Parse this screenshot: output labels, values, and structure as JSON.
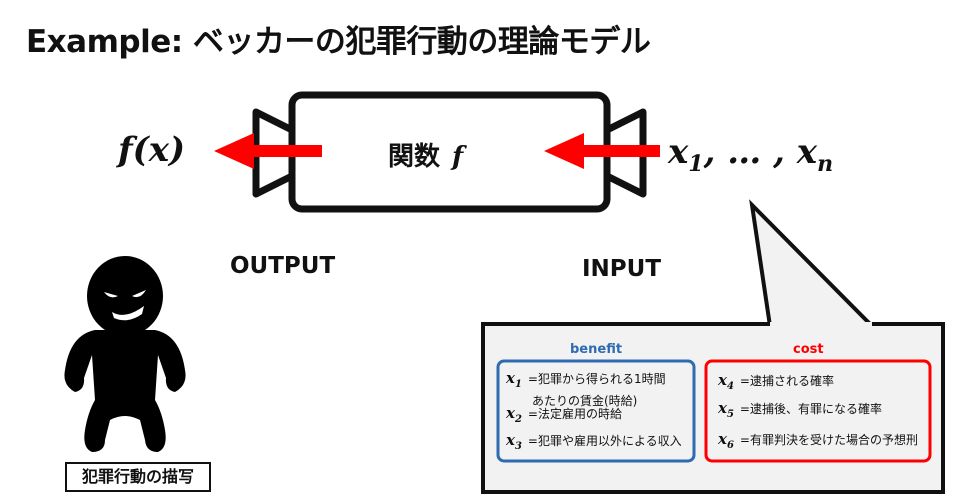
{
  "title": "Example: ベッカーの犯罪行動の理論モデル",
  "diagram": {
    "output_expr": "f(x)",
    "function_label": "関数",
    "function_symbol": "f",
    "input_expr_prefix": "x",
    "input_expr_first_sub": "1",
    "input_expr_mid": ", … , x",
    "input_expr_last_sub": "n",
    "output_label": "OUTPUT",
    "input_label": "INPUT",
    "arrow_color": "#ff0000"
  },
  "benefit": {
    "title": "benefit",
    "color": "#2e6bb0",
    "items": [
      {
        "var": "x",
        "sub": "1",
        "text": "=犯罪から得られる1時間",
        "text2": "あたりの賃金(時給)"
      },
      {
        "var": "x",
        "sub": "2",
        "text": "=法定雇用の時給"
      },
      {
        "var": "x",
        "sub": "3",
        "text": "=犯罪や雇用以外による収入"
      }
    ]
  },
  "cost": {
    "title": "cost",
    "color": "#ff0000",
    "items": [
      {
        "var": "x",
        "sub": "4",
        "text": "=逮捕される確率"
      },
      {
        "var": "x",
        "sub": "5",
        "text": "=逮捕後、有罪になる確率"
      },
      {
        "var": "x",
        "sub": "6",
        "text": "=有罪判決を受けた場合の予想刑"
      }
    ]
  },
  "character_label": "犯罪行動の描写"
}
